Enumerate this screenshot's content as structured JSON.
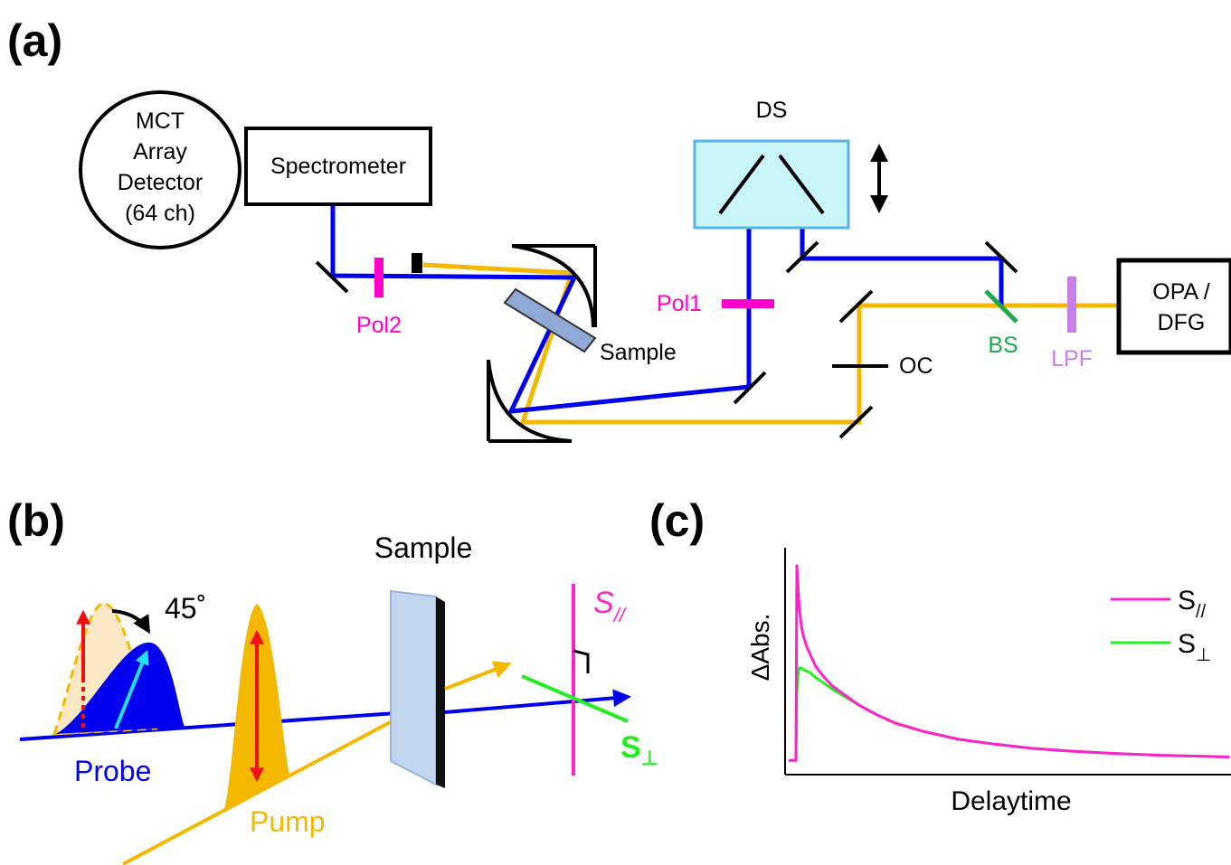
{
  "colors": {
    "probe_beam": "#0000ee",
    "pump_beam": "#f5b800",
    "polarizer": "#ff00cc",
    "beam_splitter": "#1aab4a",
    "lpf": "#c77fe8",
    "delay_stage_fill": "#c9f6f8",
    "delay_stage_border": "#5ab4ea",
    "sample_fill": "#8fa8d6",
    "parallel_signal": "#ff22cc",
    "perpendicular_signal": "#22ee22",
    "probe_shape": "#0000ee",
    "pump_shape": "#f5b800",
    "cyan_arrow": "#22e0ff",
    "red_arrow": "#ee1111"
  },
  "panel_a": {
    "label": "(a)",
    "detector": {
      "line1": "MCT",
      "line2": "Array",
      "line3": "Detector",
      "line4": "(64 ch)"
    },
    "spectrometer": "Spectrometer",
    "pol2": "Pol2",
    "pol1": "Pol1",
    "sample": "Sample",
    "ds": "DS",
    "oc": "OC",
    "bs": "BS",
    "lpf": "LPF",
    "source": {
      "line1": "OPA /",
      "line2": "DFG"
    },
    "icons": [
      "double-arrow-icon",
      "beam-block-icon",
      "mirror-icon"
    ]
  },
  "panel_b": {
    "label": "(b)",
    "sample": "Sample",
    "angle": "45˚",
    "probe": "Probe",
    "pump": "Pump",
    "s_parallel": {
      "base": "S",
      "sub": "//"
    },
    "s_perp": {
      "base": "S",
      "sub": "⊥"
    }
  },
  "panel_c": {
    "label": "(c)",
    "chart_data": {
      "type": "line",
      "xlabel": "Delaytime",
      "ylabel": "ΔAbs.",
      "grid": false,
      "legend_position": "top-right",
      "legend": [
        {
          "base": "S",
          "sub": "//"
        },
        {
          "base": "S",
          "sub": "⊥"
        }
      ],
      "x": [
        0,
        1,
        2,
        3,
        4,
        6,
        8,
        12,
        16,
        22,
        30,
        40,
        55,
        70,
        90,
        110,
        140,
        180,
        220,
        260,
        300,
        350,
        400,
        450,
        480
      ],
      "xlim": [
        -8,
        480
      ],
      "ylim": [
        -0.06,
        1.3
      ],
      "series": [
        {
          "values": [
            0.0,
            1.2,
            1.1,
            1.0,
            0.92,
            0.83,
            0.77,
            0.7,
            0.65,
            0.58,
            0.52,
            0.46,
            0.4,
            0.34,
            0.28,
            0.23,
            0.18,
            0.13,
            0.1,
            0.075,
            0.058,
            0.043,
            0.032,
            0.025,
            0.021
          ]
        },
        {
          "values": [
            0.0,
            0.42,
            0.52,
            0.56,
            0.57,
            0.57,
            0.56,
            0.55,
            0.54,
            0.51,
            0.48,
            0.44,
            0.39,
            0.34,
            0.28,
            0.23,
            0.18,
            0.13,
            0.1,
            0.075,
            0.058,
            0.043,
            0.032,
            0.025,
            0.021
          ]
        }
      ]
    }
  }
}
